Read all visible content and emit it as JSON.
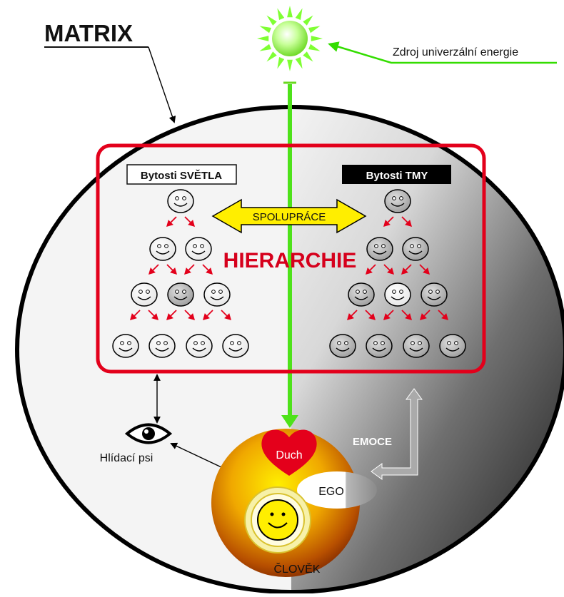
{
  "title": "MATRIX",
  "energy_label": "Zdroj univerzální energie",
  "light_group": "Bytosti SVĚTLA",
  "dark_group": "Bytosti TMY",
  "cooperation": "SPOLUPRÁCE",
  "hierarchy": "HIERARCHIE",
  "emotions": "EMOCE",
  "watchdogs": "Hlídací psi",
  "spirit": "Duch",
  "ego": "EGO",
  "human": "ČLOVĚK",
  "colors": {
    "frame_red": "#e3001b",
    "energy_green": "#33dd00",
    "arrow_yellow": "#ffee00",
    "arrow_gray": "#aaaaaa",
    "heart_red": "#e4001b",
    "sun_green": "#7fff33"
  },
  "icons": [
    "sun-icon",
    "eye-icon",
    "heart-icon",
    "smiley-icon",
    "arrow-icon"
  ]
}
